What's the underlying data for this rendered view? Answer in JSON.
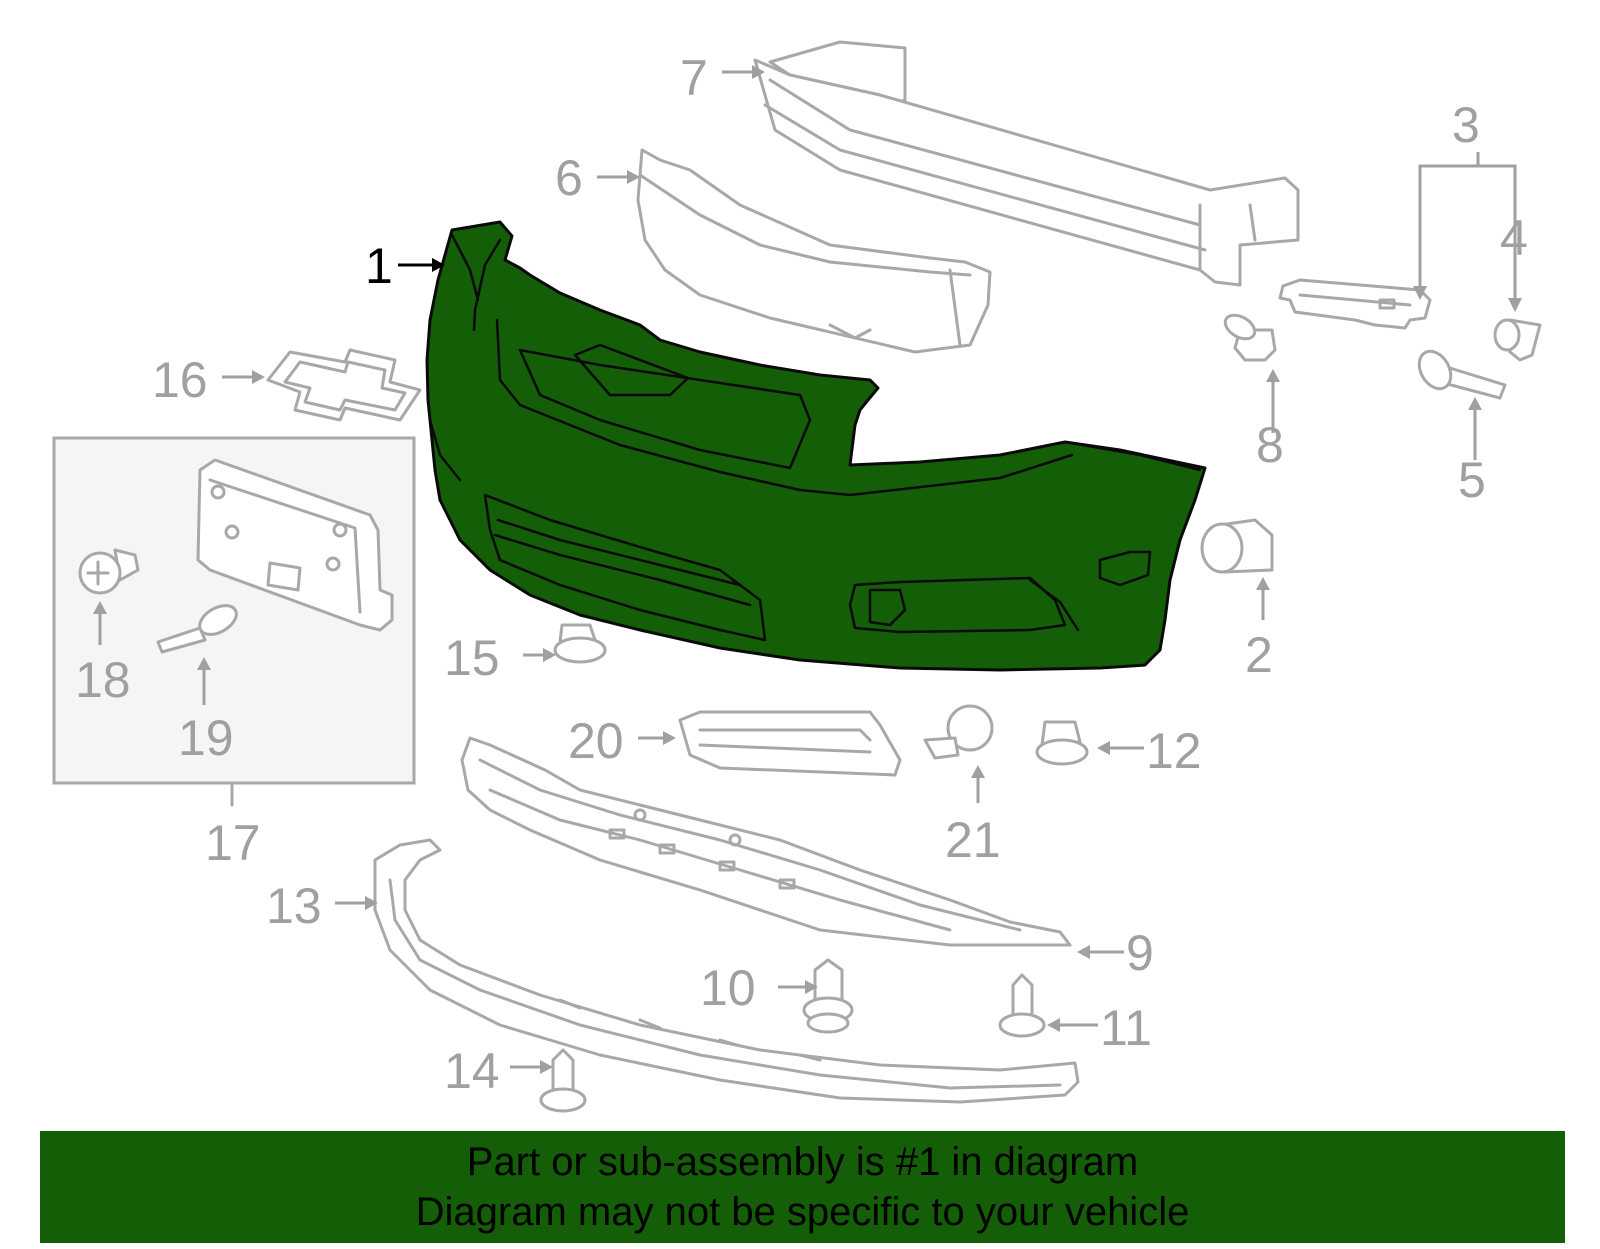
{
  "diagram": {
    "highlight_color": "#155e08",
    "outline_color": "#a8a8a8",
    "highlighted_part": "1",
    "callouts": [
      {
        "key": "c1",
        "label": "1"
      },
      {
        "key": "c2",
        "label": "2"
      },
      {
        "key": "c3",
        "label": "3"
      },
      {
        "key": "c4",
        "label": "4"
      },
      {
        "key": "c5",
        "label": "5"
      },
      {
        "key": "c6",
        "label": "6"
      },
      {
        "key": "c7",
        "label": "7"
      },
      {
        "key": "c8",
        "label": "8"
      },
      {
        "key": "c9",
        "label": "9"
      },
      {
        "key": "c10",
        "label": "10"
      },
      {
        "key": "c11",
        "label": "11"
      },
      {
        "key": "c12",
        "label": "12"
      },
      {
        "key": "c13",
        "label": "13"
      },
      {
        "key": "c14",
        "label": "14"
      },
      {
        "key": "c15",
        "label": "15"
      },
      {
        "key": "c16",
        "label": "16"
      },
      {
        "key": "c17",
        "label": "17"
      },
      {
        "key": "c18",
        "label": "18"
      },
      {
        "key": "c19",
        "label": "19"
      },
      {
        "key": "c20",
        "label": "20"
      },
      {
        "key": "c21",
        "label": "21"
      }
    ]
  },
  "banner": {
    "line1": "Part or sub-assembly is #1 in diagram",
    "line2": "Diagram may not be specific to your vehicle"
  }
}
